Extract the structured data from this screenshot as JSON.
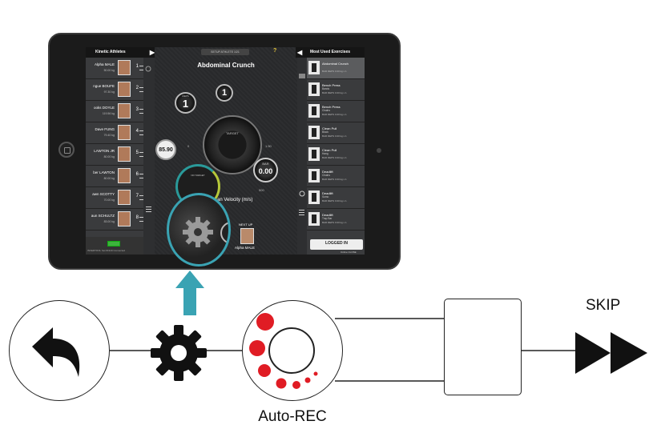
{
  "app": {
    "setup_label": "SETUP ATHLETE 1/21",
    "help_glyph": "?",
    "exercise_title": "Abdominal Crunch"
  },
  "left_panel": {
    "title": "Kinetic Athletes",
    "athletes": [
      {
        "name": "Alpha MALE",
        "weight": "50.00 kg",
        "num": "1"
      },
      {
        "name": "ngue BOUFE",
        "weight": "97.30 kg",
        "num": "2"
      },
      {
        "name": "ooks DOYLE",
        "weight": "119.56 kg",
        "num": "3"
      },
      {
        "name": "Dave FUNG",
        "weight": "79.40 kg",
        "num": "4"
      },
      {
        "name": "LAWTON JR",
        "weight": "80.00 kg",
        "num": "5"
      },
      {
        "name": "ber LAWTON",
        "weight": "80.00 kg",
        "num": "6"
      },
      {
        "name": "awn SCOTTY",
        "weight": "70.00 kg",
        "num": "7"
      },
      {
        "name": "aun SCHULTZ",
        "weight": "83.00 kg",
        "num": "8"
      }
    ],
    "footer_text": "INVERTOOL Set #1919 Connected"
  },
  "gauges": {
    "reps_label": "REPS",
    "reps_value": "1",
    "sets_value": "1",
    "target_label": "TARGET",
    "weight_value": "85.90",
    "bar_label": "BAR",
    "bar_value": "0.00",
    "tick_zero": "0",
    "tick_max": "1.50",
    "tick_500": "500",
    "mini_target": "NO TARGET",
    "velocity_label": "an Velocity (m/s)"
  },
  "next_up": {
    "label": "NEXT UP",
    "name": "Alpha MALE"
  },
  "right_panel": {
    "title": "Most Used Exercises",
    "exercises": [
      {
        "name": "Abdominal Crunch",
        "sub": "",
        "meta": "BAR REPS  0.00 kg x 1",
        "selected": true
      },
      {
        "name": "Bench Press",
        "sub": "Bands",
        "meta": "BAR REPS  0.00 kg x 1",
        "selected": false
      },
      {
        "name": "Bench Press",
        "sub": "Chains",
        "meta": "BAR REPS  0.00 kg x 1",
        "selected": false
      },
      {
        "name": "Clean Pull",
        "sub": "Block",
        "meta": "BAR REPS  0.00 kg x 1",
        "selected": false
      },
      {
        "name": "Clean Pull",
        "sub": "Hang",
        "meta": "BAR REPS  0.00 kg x 1",
        "selected": false
      },
      {
        "name": "Deadlift",
        "sub": "Chains",
        "meta": "BAR REPS  0.00 kg x 1",
        "selected": false
      },
      {
        "name": "Deadlift",
        "sub": "Sumo",
        "meta": "BAR REPS  0.00 kg x 1",
        "selected": false
      },
      {
        "name": "Deadlift",
        "sub": "Trap Bar",
        "meta": "BAR REPS  0.00 kg x 1",
        "selected": false
      }
    ],
    "login_label": "LOGGED IN",
    "online_text": "Online CLOSE"
  },
  "flow": {
    "autorec_label": "Auto-REC",
    "skip_label": "SKIP",
    "icons": [
      "back-arrow-icon",
      "gear-icon",
      "auto-rec-spinner-icon",
      "skip-forward-icon"
    ],
    "colors": {
      "accent_teal": "#3aa3b3",
      "rec_red": "#e01c24"
    }
  }
}
